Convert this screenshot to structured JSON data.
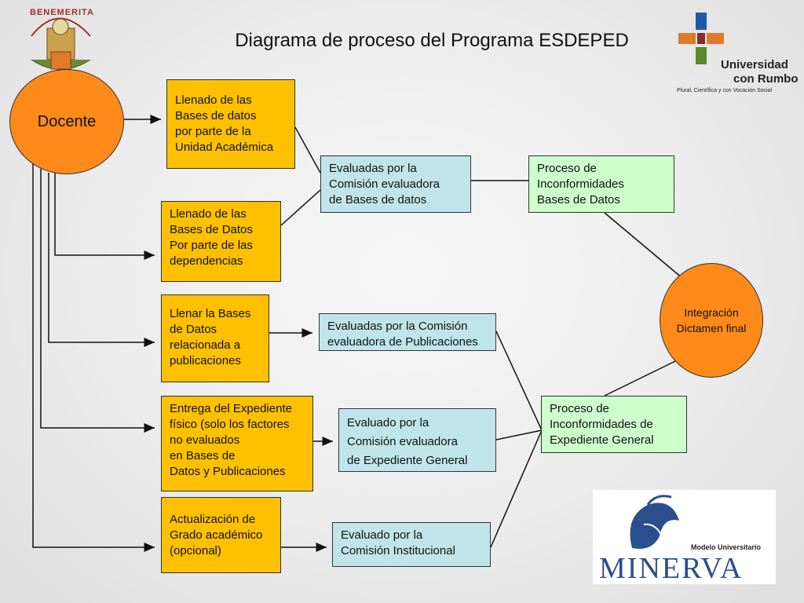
{
  "title": "Diagrama de proceso del Programa ESDEPED",
  "actor": "Docente",
  "logos": {
    "benemerita": "BENEMERITA",
    "universidad_1": "Universidad",
    "universidad_2": "con Rumbo",
    "universidad_tag": "Plural, Científica y con Vocación Social",
    "minerva": "MINERVA",
    "minerva_tag": "Modelo Universitario"
  },
  "left_boxes": [
    "Llenado de las\nBases de datos\npor parte de la\nUnidad Académica",
    "Llenado de las\nBases de Datos\nPor parte de las\ndependencias",
    "Llenar la Bases\nde Datos\n relacionada a\npublicaciones",
    "Entrega del Expediente\nfísico (solo los factores\nno evaluados\nen Bases de\nDatos y Publicaciones",
    "Actualización de\nGrado académico\n(opcional)"
  ],
  "eval_boxes": [
    "Evaluadas por la\nComisión evaluadora\nde Bases de datos",
    "Evaluadas por la Comisión\nevaluadora de Publicaciones",
    "Evaluado por la\nComisión evaluadora\nde Expediente General",
    "Evaluado por la\nComisión Institucional"
  ],
  "proc_boxes": [
    "Proceso de\nInconformidades\nBases de Datos",
    "Proceso de\nInconformidades de\nExpediente General"
  ],
  "final": "Integración\nDictamen final",
  "colors": {
    "actor": "#ff8a1a",
    "input": "#ffc000",
    "evaluation": "#bfe5ea",
    "process": "#ccffcc",
    "final": "#ff8a1a"
  }
}
